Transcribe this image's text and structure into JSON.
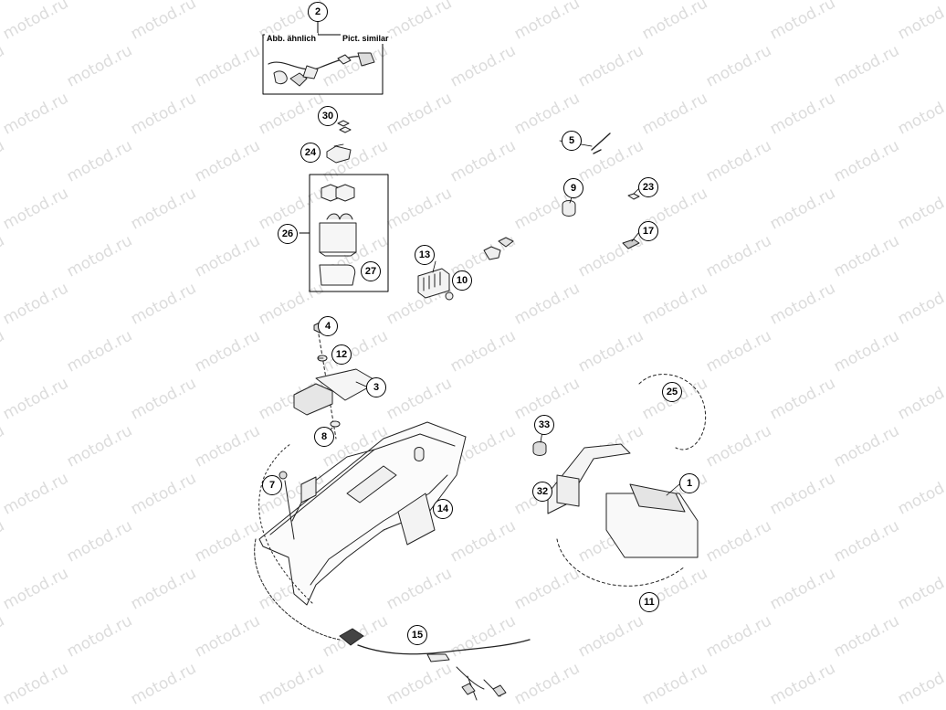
{
  "watermark": {
    "text": "motod.ru",
    "color": "#dcdcdc"
  },
  "note_box": {
    "label_left": "Abb. ähnlich",
    "label_right": "Pict. similar"
  },
  "callouts": [
    {
      "id": "c2",
      "number": "2"
    },
    {
      "id": "c30",
      "number": "30"
    },
    {
      "id": "c24",
      "number": "24"
    },
    {
      "id": "c26",
      "number": "26"
    },
    {
      "id": "c27",
      "number": "27"
    },
    {
      "id": "c5",
      "number": "5"
    },
    {
      "id": "c9",
      "number": "9"
    },
    {
      "id": "c23",
      "number": "23"
    },
    {
      "id": "c17",
      "number": "17"
    },
    {
      "id": "c13",
      "number": "13"
    },
    {
      "id": "c10",
      "number": "10"
    },
    {
      "id": "c4",
      "number": "4"
    },
    {
      "id": "c12",
      "number": "12"
    },
    {
      "id": "c3",
      "number": "3"
    },
    {
      "id": "c8",
      "number": "8"
    },
    {
      "id": "c7",
      "number": "7"
    },
    {
      "id": "c14",
      "number": "14"
    },
    {
      "id": "c25",
      "number": "25"
    },
    {
      "id": "c33",
      "number": "33"
    },
    {
      "id": "c32",
      "number": "32"
    },
    {
      "id": "c1",
      "number": "1"
    },
    {
      "id": "c11",
      "number": "11"
    },
    {
      "id": "c15",
      "number": "15"
    }
  ]
}
